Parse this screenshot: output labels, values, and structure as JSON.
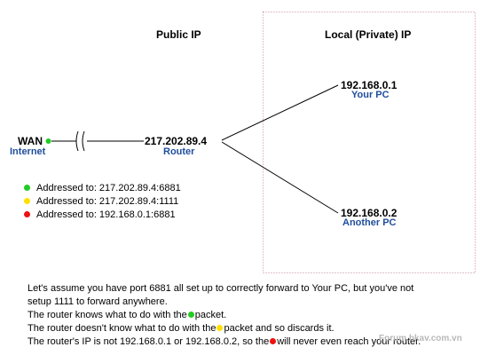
{
  "headers": {
    "public": "Public IP",
    "local": "Local (Private) IP"
  },
  "wan": {
    "label": "WAN",
    "sublabel": "Internet"
  },
  "router": {
    "ip": "217.202.89.4",
    "label": "Router"
  },
  "pc1": {
    "ip": "192.168.0.1",
    "label": "Your PC"
  },
  "pc2": {
    "ip": "192.168.0.2",
    "label": "Another PC"
  },
  "legend": [
    {
      "text": "Addressed to: 217.202.89.4:6881",
      "color": "#22cc22"
    },
    {
      "text": "Addressed to: 217.202.89.4:1111",
      "color": "#ffe000"
    },
    {
      "text": "Addressed to: 192.168.0.1:6881",
      "color": "#ee1111"
    }
  ],
  "paragraph": {
    "l1": "Let's assume you have port 6881 all set up to correctly forward to Your PC, but you've not",
    "l2": "setup 1111 to forward anywhere.",
    "l3a": "The router knows what to do with the",
    "l3b": "packet.",
    "l4a": "The router doesn't know what to do with the",
    "l4b": "packet and so discards it.",
    "l5a": "The router's IP is not 192.168.0.1 or 192.168.0.2, so the",
    "l5b": "will never even reach your router."
  },
  "watermark": "Forum.bkav.com.vn",
  "colors": {
    "link_text": "#1f4e9c",
    "wan_dot": "#22cc22",
    "boundary": "#c080a0"
  }
}
